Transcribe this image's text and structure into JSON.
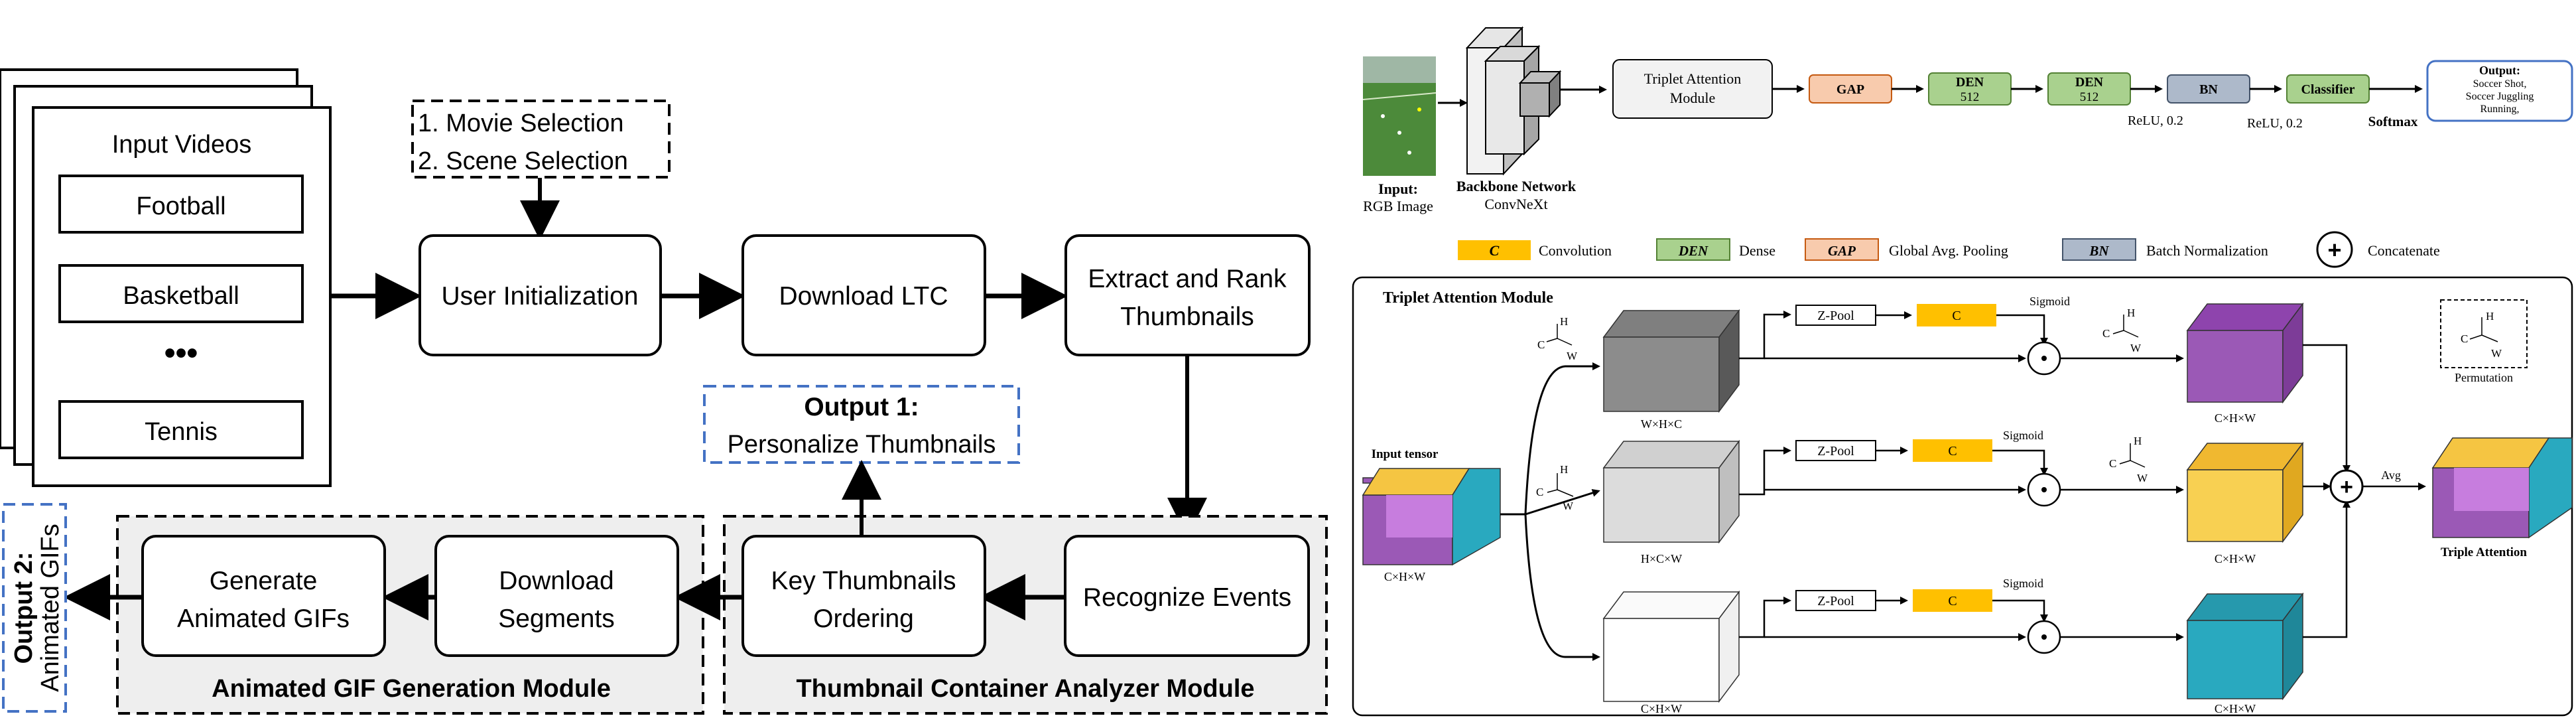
{
  "left": {
    "input_videos": {
      "title": "Input Videos",
      "items": [
        "Football",
        "Basketball",
        "Tennis"
      ],
      "ellipsis": "•••"
    },
    "selection": [
      "1. Movie Selection",
      "2. Scene Selection"
    ],
    "user_init": "User Initialization",
    "download_ltc": "Download LTC",
    "extract_rank": [
      "Extract and Rank",
      "Thumbnails"
    ],
    "output1": [
      "Output 1:",
      "Personalize Thumbnails"
    ],
    "recognize": "Recognize Events",
    "key_thumbs": [
      "Key Thumbnails",
      "Ordering"
    ],
    "download_segments": [
      "Download",
      "Segments"
    ],
    "generate_gifs": [
      "Generate",
      "Animated GIFs"
    ],
    "output2": [
      "Output 2:",
      "Animated GIFs"
    ],
    "gif_module": "Animated GIF Generation Module",
    "tca_module": "Thumbnail Container Analyzer Module"
  },
  "right_top": {
    "input_label": [
      "Input:",
      "RGB Image"
    ],
    "backbone": [
      "Backbone Network",
      "ConvNeXt"
    ],
    "triplet": [
      "Triplet Attention",
      "Module"
    ],
    "gap": "GAP",
    "den1": [
      "DEN",
      "512"
    ],
    "den2": [
      "DEN",
      "512"
    ],
    "bn": "BN",
    "classifier": "Classifier",
    "relu1": "ReLU, 0.2",
    "relu2": "ReLU, 0.2",
    "softmax": "Softmax",
    "output": [
      "Output:",
      "Soccer Shot,",
      "Soccer Juggling",
      "Running,"
    ]
  },
  "legend": {
    "conv_sym": "C",
    "conv": "Convolution",
    "den_sym": "DEN",
    "den": "Dense",
    "gap_sym": "GAP",
    "gap": "Global Avg. Pooling",
    "bn_sym": "BN",
    "bn": "Batch Normalization",
    "concat_sym": "+",
    "concat": "Concatenate"
  },
  "tam": {
    "title": "Triplet Attention Module",
    "input_tensor": "Input tensor",
    "input_dim": "C×H×W",
    "zpool": "Z-Pool",
    "c": "C",
    "sigmoid": "Sigmoid",
    "dims_mid": [
      "W×H×C",
      "H×C×W",
      "C×H×W"
    ],
    "dims_out": [
      "C×H×W",
      "C×H×W",
      "C×H×W"
    ],
    "avg": "Avg",
    "triple_attention": "Triple Attention",
    "permutation": "Permutation",
    "axes": {
      "h": "H",
      "w": "W",
      "c": "C"
    }
  },
  "colors": {
    "purple": "#9b59b6",
    "yellow": "#f5c542",
    "teal": "#29a9bf",
    "orange_c": "#ffc000",
    "green": "#a9d18e",
    "gap_orange": "#f8cbad",
    "bn_blue": "#adb9ca",
    "dashed_blue": "#4472c4",
    "module_gray": "#eeeeee"
  }
}
